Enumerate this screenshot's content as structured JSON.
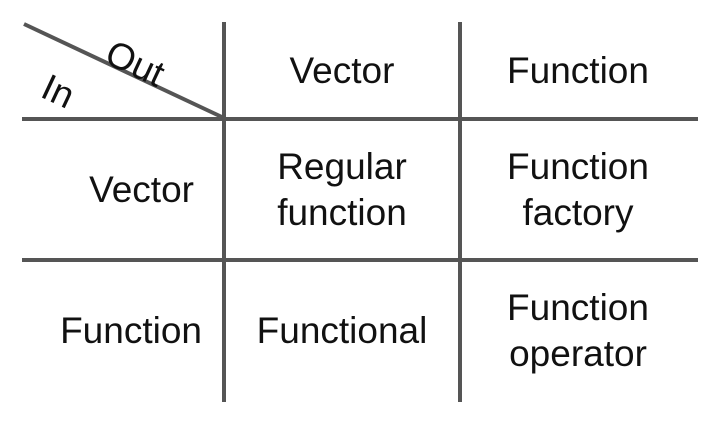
{
  "corner": {
    "out_label": "Out",
    "in_label": "In"
  },
  "columns": [
    "Vector",
    "Function"
  ],
  "rows": [
    {
      "label": "Vector",
      "cells": [
        [
          "Regular",
          "function"
        ],
        [
          "Function",
          "factory"
        ]
      ]
    },
    {
      "label": "Function",
      "cells": [
        [
          "Functional"
        ],
        [
          "Function",
          "operator"
        ]
      ]
    }
  ],
  "colors": {
    "line": "#555555",
    "text": "#111111"
  }
}
